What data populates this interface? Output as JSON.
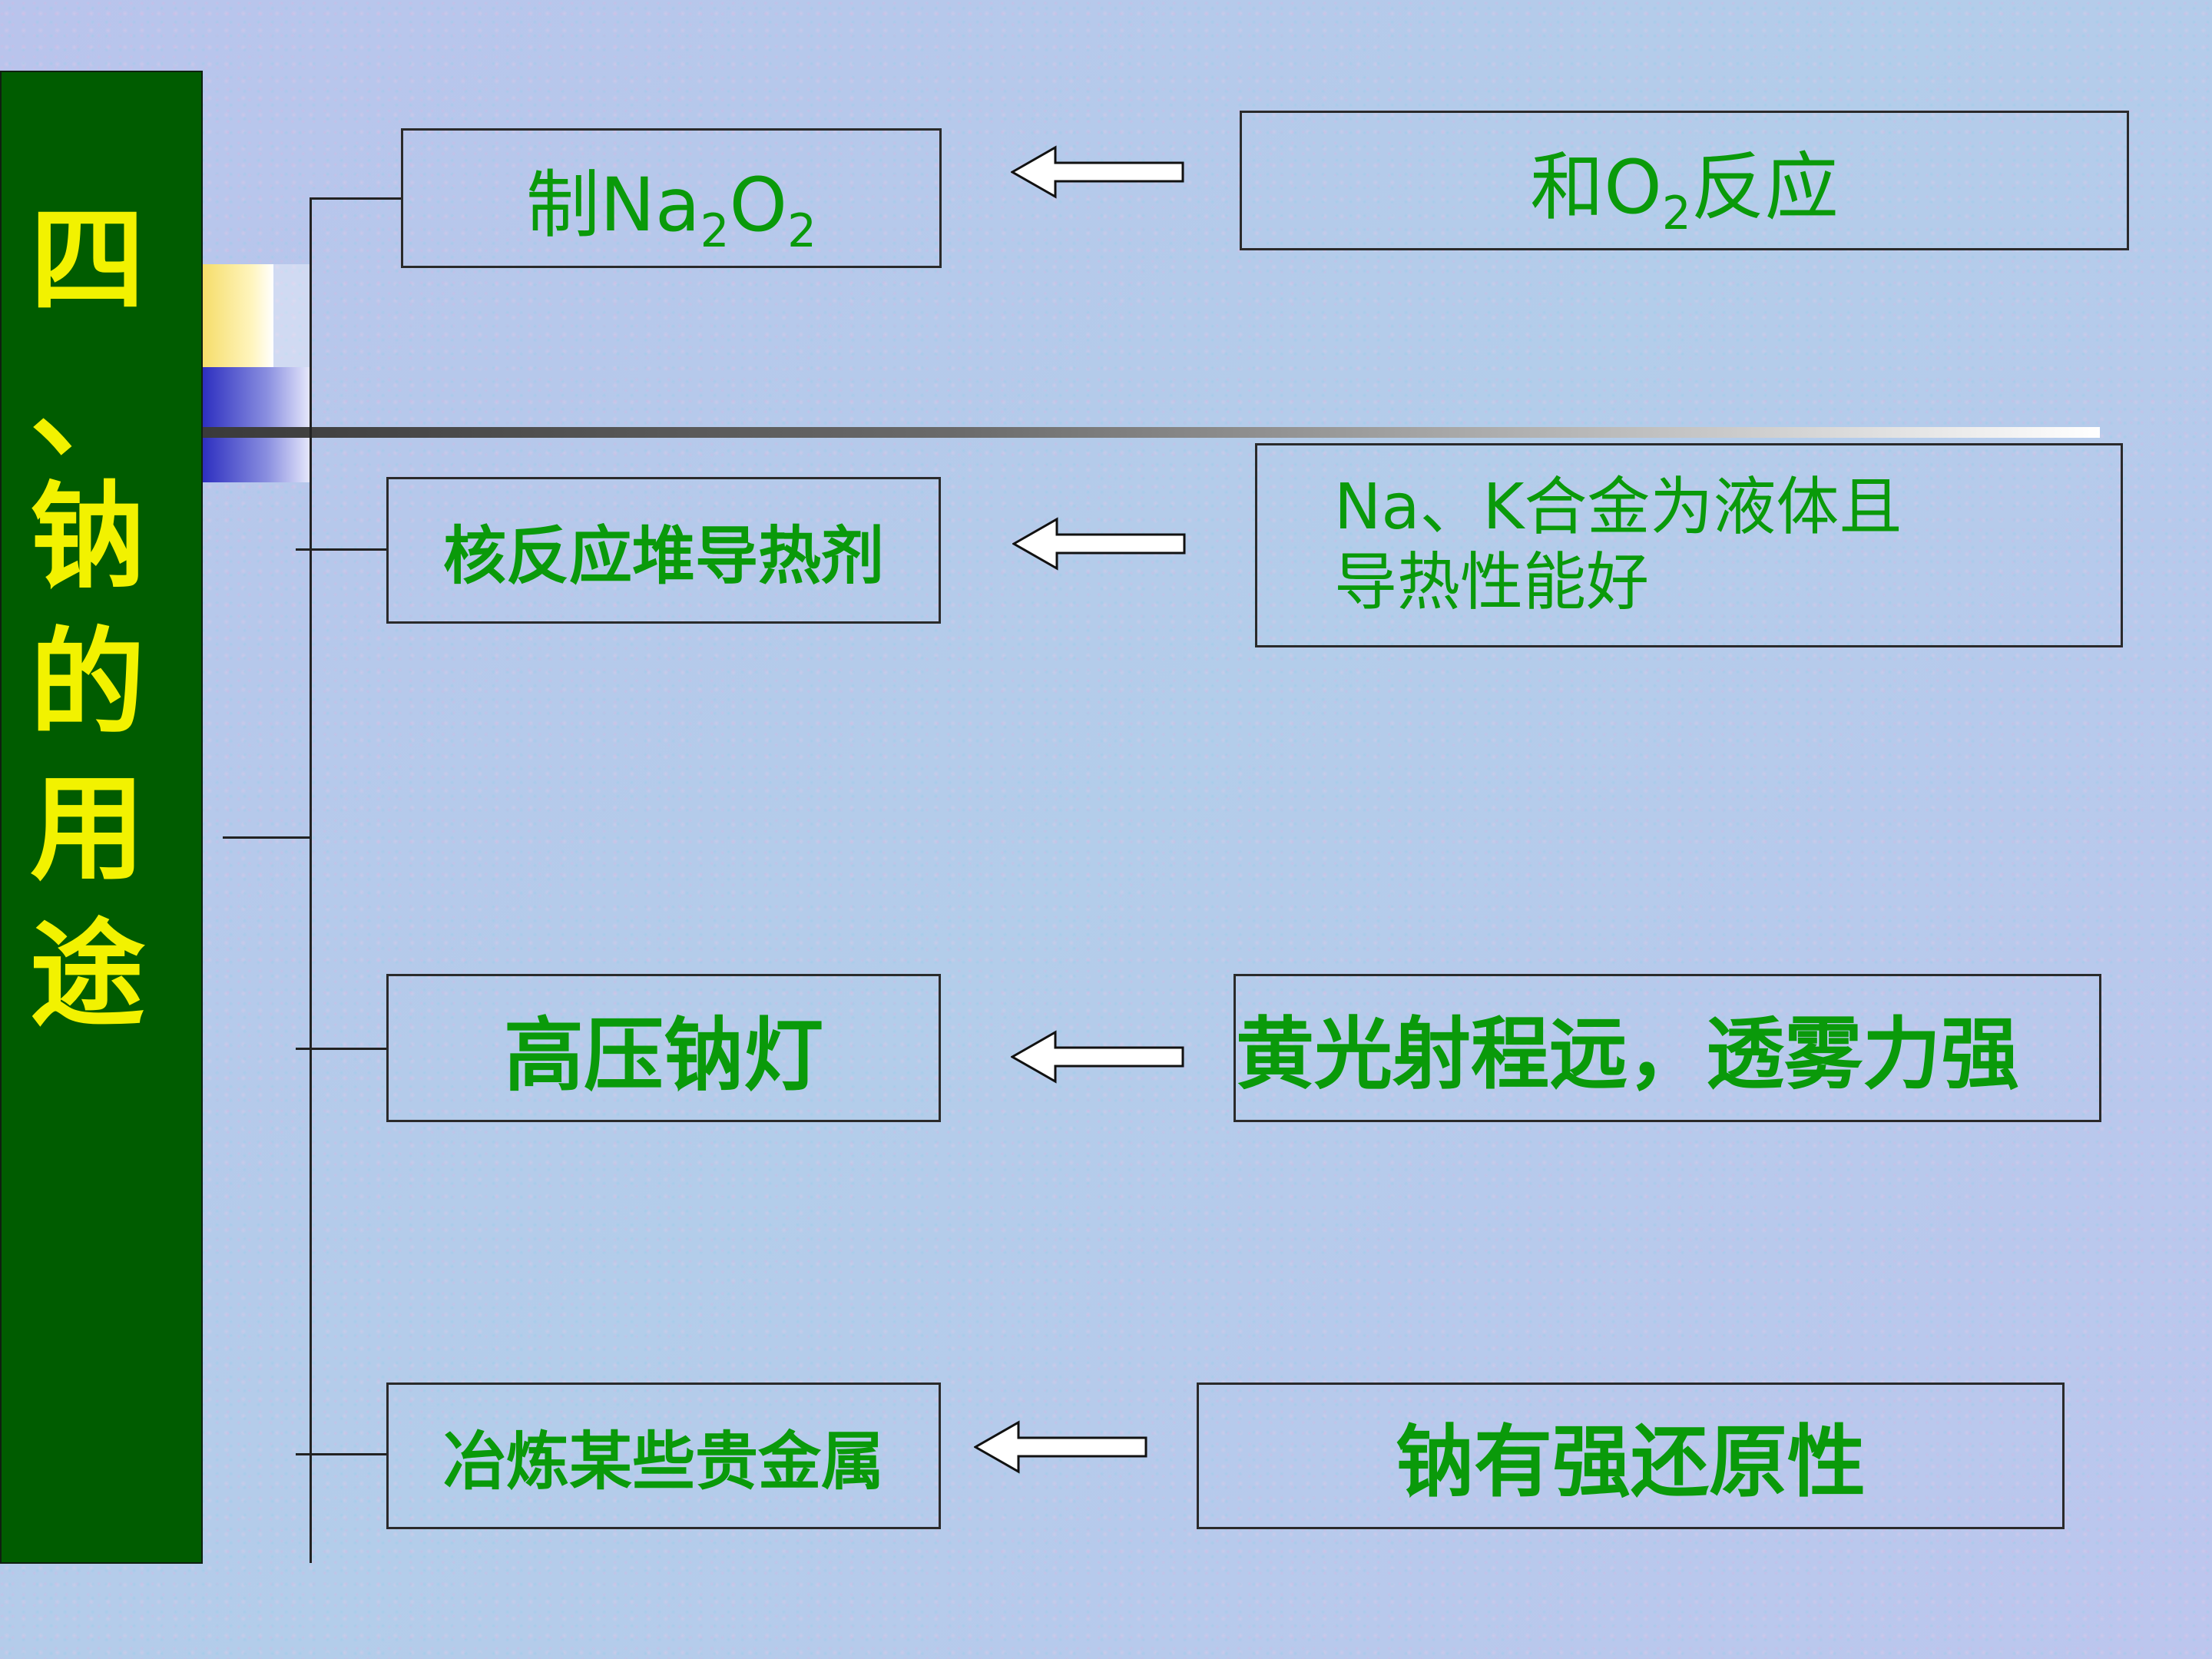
{
  "title": {
    "chars": [
      "四",
      "、",
      "钠",
      "的",
      "用",
      "途"
    ]
  },
  "rows": [
    {
      "use": {
        "prefix": "制Na",
        "sub1": "2",
        "mid": "O",
        "sub2": "2"
      },
      "reason": {
        "prefix": "和O",
        "sub": "2",
        "suffix": "反应"
      }
    },
    {
      "use": {
        "text": "核反应堆导热剂"
      },
      "reason": {
        "line1": "Na、K合金为液体且",
        "line2": "导热性能好"
      }
    },
    {
      "use": {
        "text": "高压钠灯"
      },
      "reason": {
        "text": "黄光射程远，透雾力强"
      }
    },
    {
      "use": {
        "text": "冶炼某些贵金属"
      },
      "reason": {
        "text": "钠有强还原性"
      }
    }
  ],
  "colors": {
    "title_bg": "#005c00",
    "title_text": "#f2f200",
    "box_text": "#0a9a0a",
    "line": "#222222",
    "background": "#b7c7ea"
  },
  "icons": [
    "left-arrow-icon"
  ]
}
